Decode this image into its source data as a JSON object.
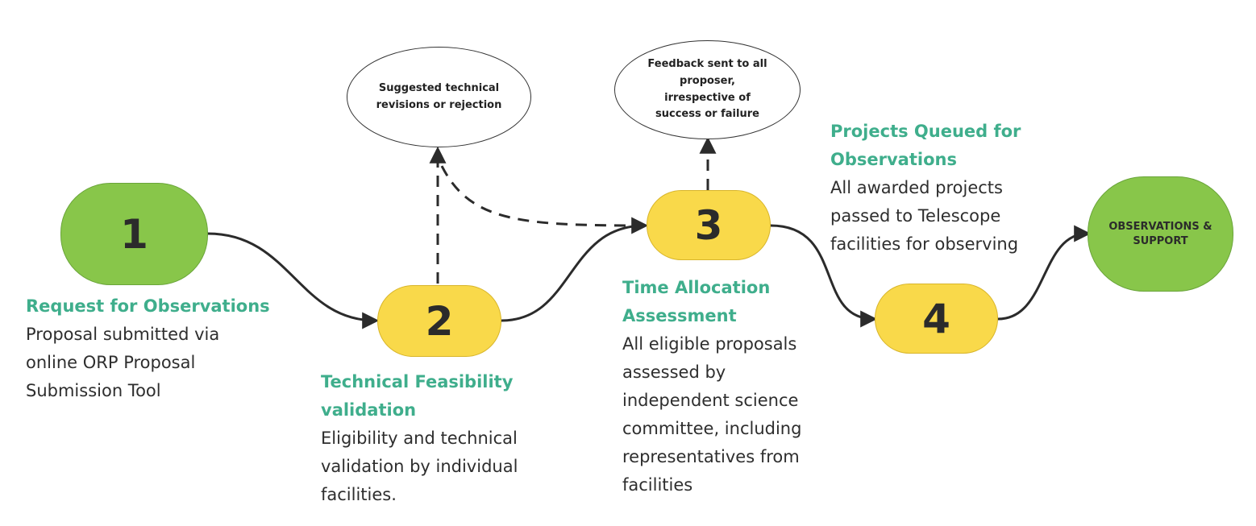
{
  "nodes": {
    "n1": "1",
    "n2": "2",
    "n3": "3",
    "n4": "4",
    "final": "OBSERVATIONS & SUPPORT"
  },
  "bubbles": {
    "revisions": "Suggested technical revisions or rejection",
    "feedback": "Feedback sent to all proposer, irrespective of success or failure"
  },
  "steps": [
    {
      "title": "Request for Observations",
      "description": "Proposal submitted via online ORP Proposal Submission Tool"
    },
    {
      "title": "Technical Feasibility validation",
      "description": "Eligibility and technical validation by individual facilities."
    },
    {
      "title": "Time Allocation Assessment",
      "description": "All eligible proposals assessed by independent science committee, including representatives from facilities"
    },
    {
      "title": "Projects Queued for Observations",
      "description": "All awarded projects passed to Telescope facilities for observing"
    }
  ],
  "colors": {
    "green": "#88c64a",
    "yellow": "#f9d94a",
    "accent_text": "#3fae8c"
  }
}
